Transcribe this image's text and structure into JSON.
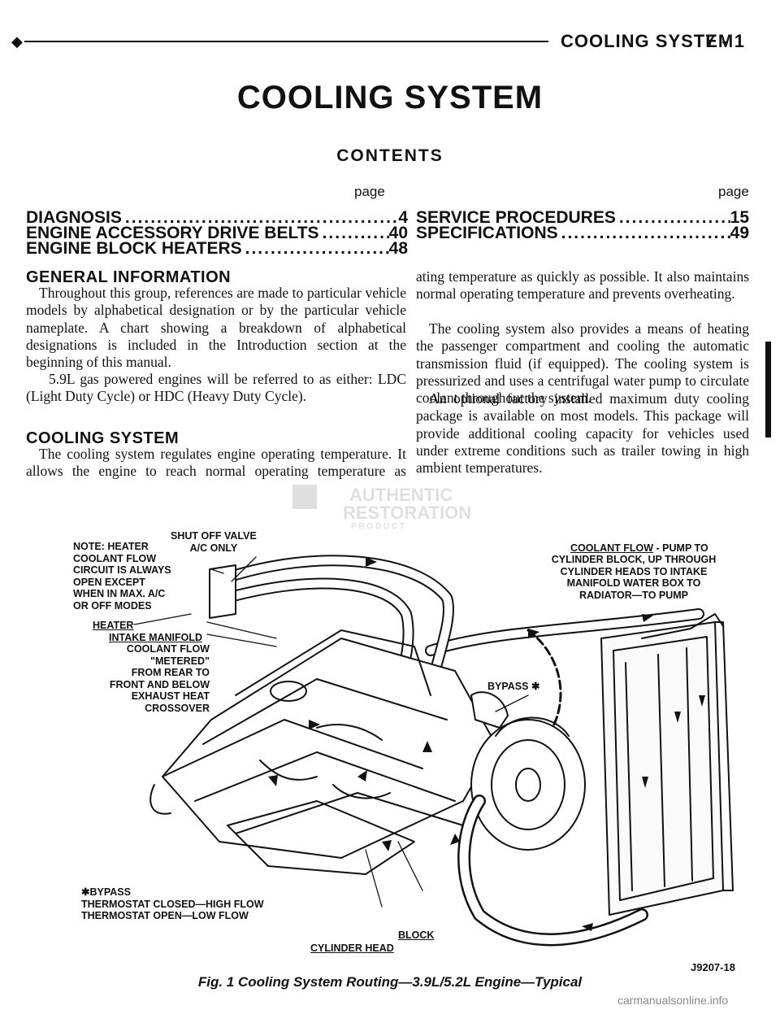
{
  "header": {
    "section": "COOLING SYSTEM",
    "page_number": "7 - 1"
  },
  "title": "COOLING SYSTEM",
  "contents": {
    "heading": "CONTENTS",
    "page_label": "page",
    "left": [
      {
        "label": "DIAGNOSIS",
        "page": "4"
      },
      {
        "label": "ENGINE ACCESSORY DRIVE BELTS",
        "page": "40"
      },
      {
        "label": "ENGINE BLOCK HEATERS",
        "page": "48"
      }
    ],
    "right": [
      {
        "label": "SERVICE PROCEDURES",
        "page": "15"
      },
      {
        "label": "SPECIFICATIONS",
        "page": "49"
      }
    ]
  },
  "sections": {
    "general": {
      "heading": "GENERAL INFORMATION",
      "p1": "Throughout this group, references are made to particular vehicle models by alphabetical designation or by the particular vehicle nameplate. A chart showing a breakdown of alphabetical designations is included in the Introduction section at the beginning of this manual.",
      "p2": "5.9L gas powered engines will be referred to as either: LDC (Light Duty Cycle) or HDC (Heavy Duty Cycle)."
    },
    "cooling": {
      "heading": "COOLING SYSTEM",
      "p1": "The cooling system regulates engine operating temperature. It allows the engine to reach normal operating temperature as quickly as possible. It also maintains normal operating temperature and prevents overheating.",
      "p2": "The cooling system also provides a means of heating the passenger compartment and cooling the automatic transmission fluid (if equipped). The cooling system is pressurized and uses a centrifugal water pump to circulate coolant throughout the system.",
      "p3": "An optional factory installed maximum duty cooling package is available on most models. This package will provide additional cooling capacity for vehicles used under extreme conditions such as trailer towing in high ambient temperatures."
    }
  },
  "figure": {
    "labels": {
      "note": "NOTE: HEATER\nCOOLANT FLOW\nCIRCUIT IS ALWAYS\nOPEN EXCEPT\nWHEN IN MAX. A/C\nOR OFF MODES",
      "shutoff": "SHUT OFF VALVE\nA/C ONLY",
      "heater": "HEATER",
      "intake_title": "INTAKE MANIFOLD",
      "intake_body": "COOLANT FLOW \"METERED\"\nFROM REAR TO\nFRONT AND BELOW\nEXHAUST HEAT\nCROSSOVER",
      "coolant_title": "COOLANT FLOW",
      "coolant_rest": " - PUMP TO",
      "coolant_body": "CYLINDER BLOCK, UP THROUGH\nCYLINDER HEADS TO INTAKE\nMANIFOLD WATER BOX TO\nRADIATOR—TO PUMP",
      "bypass": "BYPASS ✱",
      "star_note": "✱BYPASS\nTHERMOSTAT CLOSED—HIGH FLOW\nTHERMOSTAT OPEN—LOW FLOW",
      "cyl_head": "CYLINDER HEAD",
      "block": "BLOCK",
      "figure_id": "J9207-18"
    },
    "caption": "Fig. 1 Cooling System Routing—3.9L/5.2L Engine—Typical"
  },
  "watermark": {
    "line1": "AUTHENTIC",
    "line2": "RESTORATION",
    "line3": "P R O D U C T"
  },
  "footer": "carmanualsonline.info"
}
